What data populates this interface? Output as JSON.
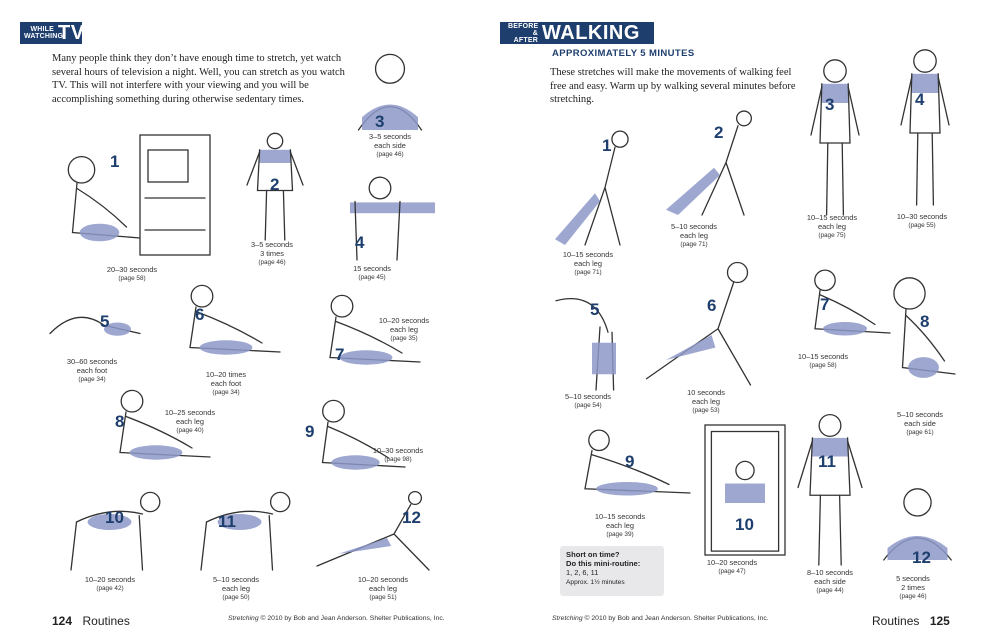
{
  "left": {
    "tag_small": "While Watching",
    "tag_big": "TV",
    "intro": "Many people think they don’t have enough time to stretch, yet watch several hours of television a night. Well, you can stretch as you watch TV. This will not interfere with your viewing and you will be accomplishing something during otherwise sedentary times.",
    "footer_page": "124",
    "footer_section": "Routines",
    "copyright_title": "Stretching",
    "copyright_rest": " © 2010 by Bob and Jean Anderson. Shelter Publications, Inc.",
    "stretches": [
      {
        "num": "1",
        "lines": [
          "20–30 seconds"
        ],
        "page": "(page 58)"
      },
      {
        "num": "2",
        "lines": [
          "3–5 seconds",
          "3 times"
        ],
        "page": "(page 46)"
      },
      {
        "num": "3",
        "lines": [
          "3–5 seconds",
          "each side"
        ],
        "page": "(page 46)"
      },
      {
        "num": "4",
        "lines": [
          "15 seconds"
        ],
        "page": "(page 45)"
      },
      {
        "num": "5",
        "lines": [
          "30–60 seconds",
          "each foot"
        ],
        "page": "(page 34)"
      },
      {
        "num": "6",
        "lines": [
          "10–20 times",
          "each foot"
        ],
        "page": "(page 34)"
      },
      {
        "num": "7",
        "lines": [
          "10–20 seconds",
          "each leg"
        ],
        "page": "(page 35)"
      },
      {
        "num": "8",
        "lines": [
          "10–25 seconds",
          "each leg"
        ],
        "page": "(page 40)"
      },
      {
        "num": "9",
        "lines": [
          "10–30 seconds"
        ],
        "page": "(page 98)"
      },
      {
        "num": "10",
        "lines": [
          "10–20 seconds"
        ],
        "page": "(page 42)"
      },
      {
        "num": "11",
        "lines": [
          "5–10 seconds",
          "each leg"
        ],
        "page": "(page 50)"
      },
      {
        "num": "12",
        "lines": [
          "10–20 seconds",
          "each leg"
        ],
        "page": "(page 51)"
      }
    ]
  },
  "right": {
    "tag_small": "Before & After",
    "tag_big": "WALKING",
    "subtitle": "APPROXIMATELY 5 MINUTES",
    "intro": "These stretches will make the movements of walking feel free and easy. Warm up by walking several minutes before stretching.",
    "footer_page": "125",
    "footer_section": "Routines",
    "copyright_title": "Stretching",
    "copyright_rest": " © 2010 by Bob and Jean Anderson. Shelter Publications, Inc.",
    "shortbox": {
      "heading1": "Short on time?",
      "heading2": "Do this mini-routine:",
      "routine": "1, 2, 6, 11",
      "note": "Approx. 1½ minutes"
    },
    "stretches": [
      {
        "num": "1",
        "lines": [
          "10–15 seconds",
          "each leg"
        ],
        "page": "(page 71)"
      },
      {
        "num": "2",
        "lines": [
          "5–10 seconds",
          "each leg"
        ],
        "page": "(page 71)"
      },
      {
        "num": "3",
        "lines": [
          "10–15 seconds",
          "each leg"
        ],
        "page": "(page 75)"
      },
      {
        "num": "4",
        "lines": [
          "10–30 seconds"
        ],
        "page": "(page 55)"
      },
      {
        "num": "5",
        "lines": [
          "5–10 seconds"
        ],
        "page": "(page 54)"
      },
      {
        "num": "6",
        "lines": [
          "10 seconds",
          "each leg"
        ],
        "page": "(page 53)"
      },
      {
        "num": "7",
        "lines": [
          "10–15 seconds"
        ],
        "page": "(page 58)"
      },
      {
        "num": "8",
        "lines": [
          "5–10 seconds",
          "each side"
        ],
        "page": "(page 61)"
      },
      {
        "num": "9",
        "lines": [
          "10–15 seconds",
          "each leg"
        ],
        "page": "(page 39)"
      },
      {
        "num": "10",
        "lines": [
          "10–20 seconds"
        ],
        "page": "(page 47)"
      },
      {
        "num": "11",
        "lines": [
          "8–10 seconds",
          "each side"
        ],
        "page": "(page 44)"
      },
      {
        "num": "12",
        "lines": [
          "5 seconds",
          "2 times"
        ],
        "page": "(page 46)"
      }
    ]
  },
  "colors": {
    "accent": "#1e3f6e",
    "highlight": "#8c98c8",
    "line": "#333333"
  }
}
